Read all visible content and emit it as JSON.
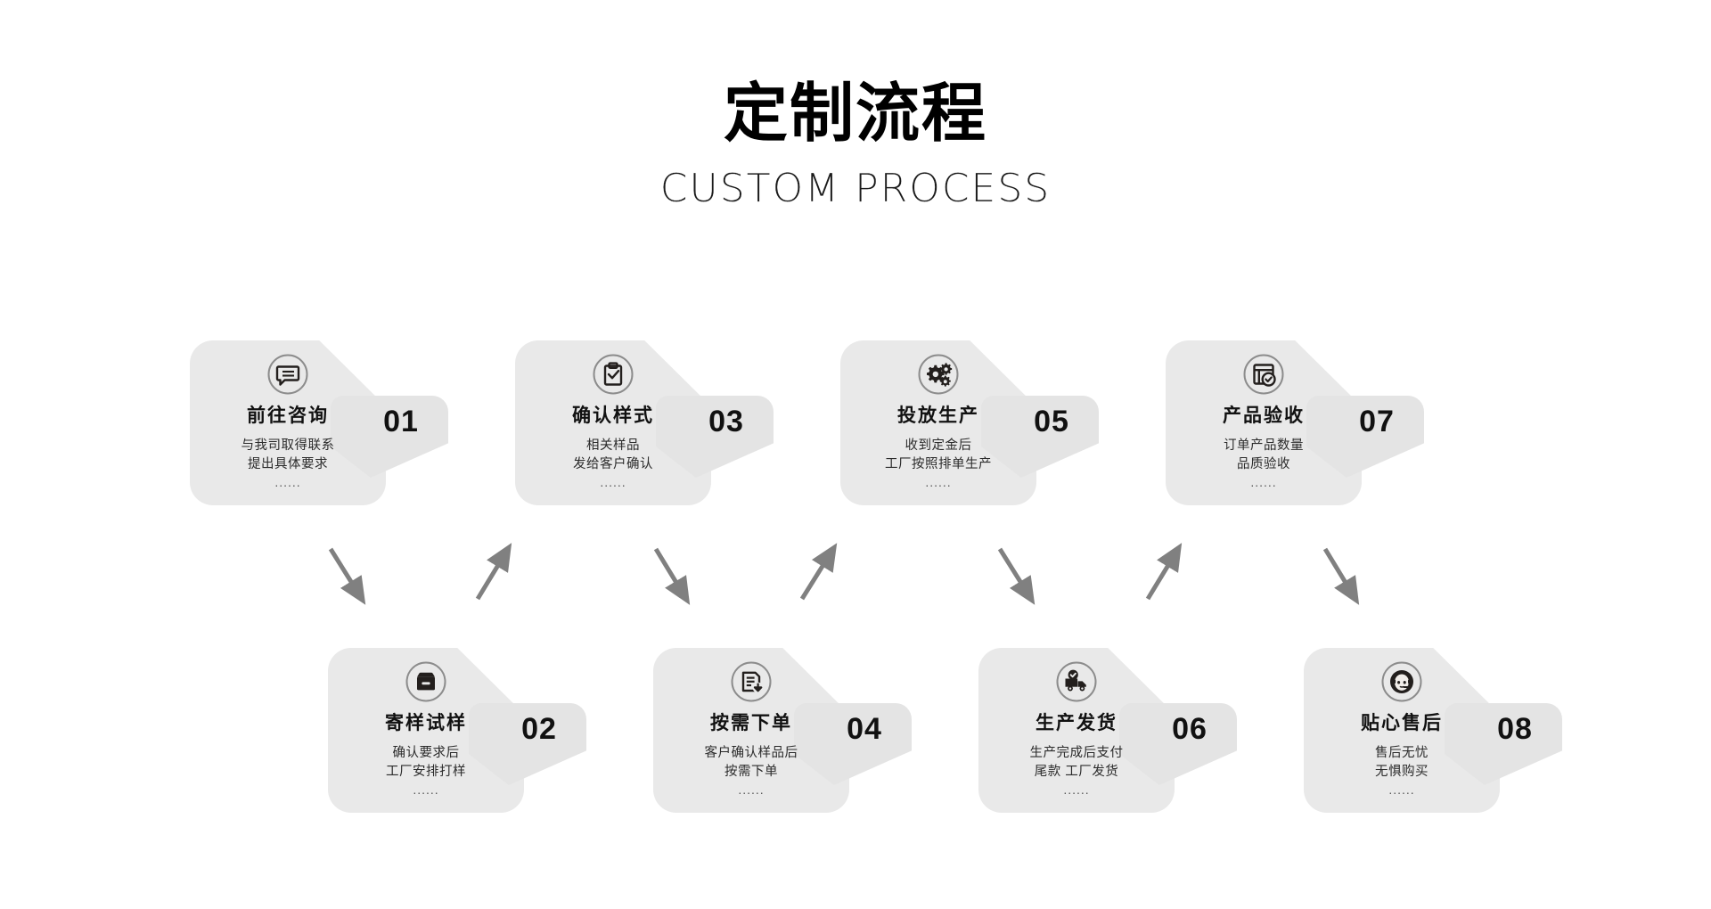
{
  "header": {
    "title": "定制流程",
    "subtitle": "CUSTOM PROCESS"
  },
  "colors": {
    "background": "#ffffff",
    "card_fill": "#e9e9e9",
    "wedge_fill": "#e4e4e4",
    "title_text": "#000000",
    "body_text": "#2b2b2b",
    "number_text": "#111111",
    "icon_stroke": "#231f1d",
    "icon_ring": "#8c8c8c",
    "arrow_color": "#808080"
  },
  "steps": [
    {
      "number": "01",
      "title": "前往咨询",
      "desc": "与我司取得联系\n提出具体要求",
      "dots": "......",
      "icon": "speech-bubble-icon",
      "row": "top"
    },
    {
      "number": "02",
      "title": "寄样试样",
      "desc": "确认要求后\n工厂安排打样",
      "dots": "......",
      "icon": "package-box-icon",
      "row": "bottom"
    },
    {
      "number": "03",
      "title": "确认样式",
      "desc": "相关样品\n发给客户确认",
      "dots": "......",
      "icon": "clipboard-check-icon",
      "row": "top"
    },
    {
      "number": "04",
      "title": "按需下单",
      "desc": "客户确认样品后\n按需下单",
      "dots": "......",
      "icon": "document-download-icon",
      "row": "bottom"
    },
    {
      "number": "05",
      "title": "投放生产",
      "desc": "收到定金后\n工厂按照排单生产",
      "dots": "......",
      "icon": "gears-icon",
      "row": "top"
    },
    {
      "number": "06",
      "title": "生产发货",
      "desc": "生产完成后支付\n尾款 工厂发货",
      "dots": "......",
      "icon": "delivery-truck-icon",
      "row": "bottom"
    },
    {
      "number": "07",
      "title": "产品验收",
      "desc": "订单产品数量\n品质验收",
      "dots": "......",
      "icon": "window-check-icon",
      "row": "top"
    },
    {
      "number": "08",
      "title": "贴心售后",
      "desc": "售后无忧\n无惧购买",
      "dots": "......",
      "icon": "headset-support-icon",
      "row": "bottom"
    }
  ],
  "connectors": [
    {
      "name": "arrow-01-to-02",
      "direction": "down-right"
    },
    {
      "name": "arrow-02-to-03",
      "direction": "up-right"
    },
    {
      "name": "arrow-03-to-04",
      "direction": "down-right"
    },
    {
      "name": "arrow-04-to-05",
      "direction": "up-right"
    },
    {
      "name": "arrow-05-to-06",
      "direction": "down-right"
    },
    {
      "name": "arrow-06-to-07",
      "direction": "up-right"
    },
    {
      "name": "arrow-07-to-08",
      "direction": "down-right"
    }
  ]
}
